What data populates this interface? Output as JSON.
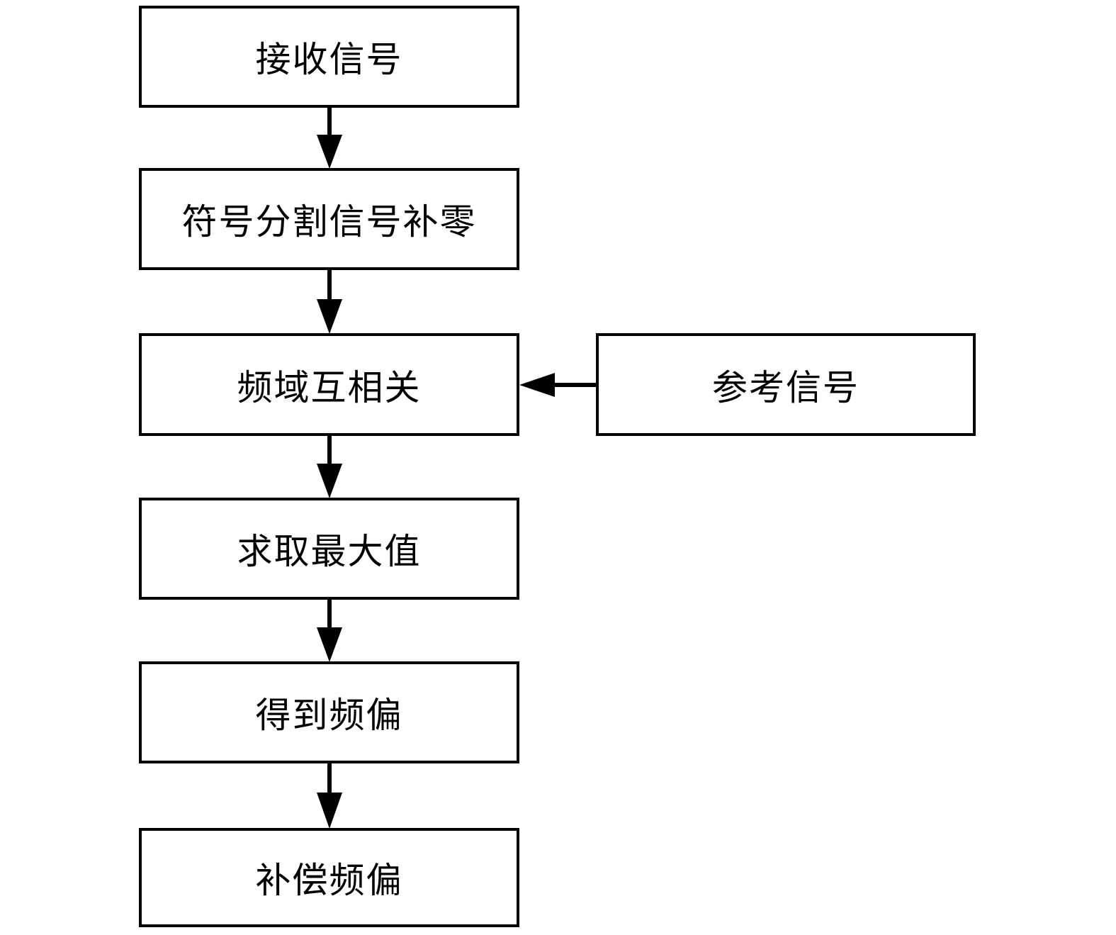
{
  "diagram": {
    "kind": "flowchart",
    "background_color": "#ffffff",
    "line_color": "#000000",
    "nodes": {
      "receive": {
        "label": "接收信号"
      },
      "split": {
        "label": "符号分割信号补零"
      },
      "xcorr": {
        "label": "频域互相关"
      },
      "ref": {
        "label": "参考信号"
      },
      "max": {
        "label": "求取最大值"
      },
      "offset": {
        "label": "得到频偏"
      },
      "comp": {
        "label": "补偿频偏"
      }
    },
    "edges": [
      {
        "from": "receive",
        "to": "split",
        "direction": "down"
      },
      {
        "from": "split",
        "to": "xcorr",
        "direction": "down"
      },
      {
        "from": "ref",
        "to": "xcorr",
        "direction": "left"
      },
      {
        "from": "xcorr",
        "to": "max",
        "direction": "down"
      },
      {
        "from": "max",
        "to": "offset",
        "direction": "down"
      },
      {
        "from": "offset",
        "to": "comp",
        "direction": "down"
      }
    ]
  }
}
